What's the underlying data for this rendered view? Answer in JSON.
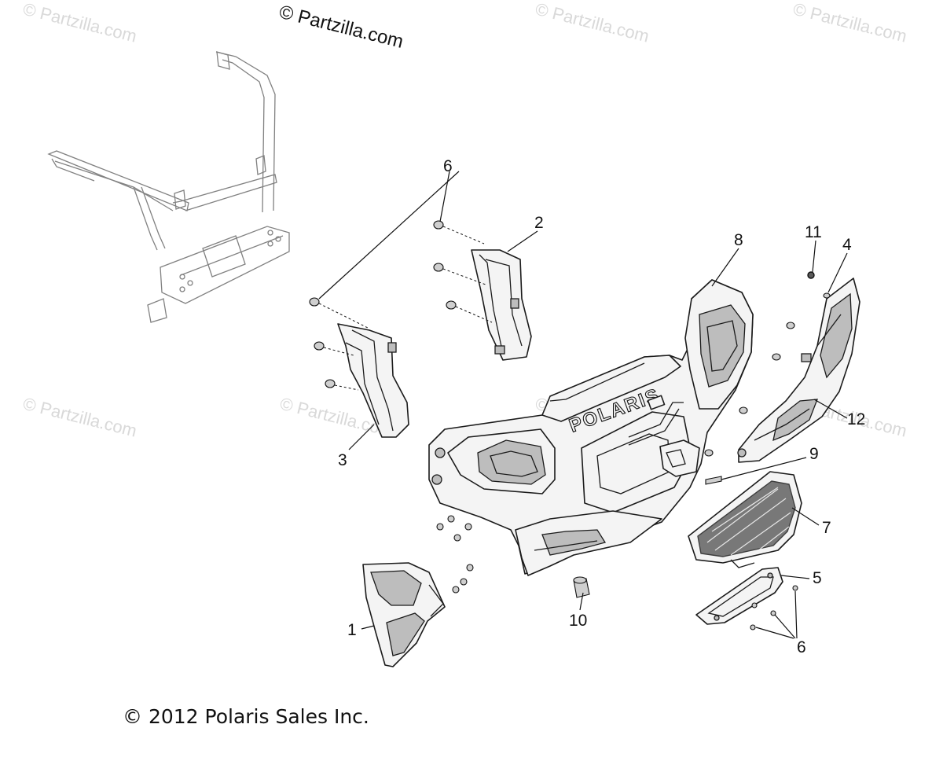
{
  "watermarks": {
    "main": "© Partzilla.com",
    "faded": "© Partzilla.com"
  },
  "callouts": {
    "c1": "1",
    "c2": "2",
    "c3": "3",
    "c4": "4",
    "c5": "5",
    "c6a": "6",
    "c6b": "6",
    "c7": "7",
    "c8": "8",
    "c9": "9",
    "c10": "10",
    "c11": "11",
    "c12": "12"
  },
  "bumper_logo": "POLARIS",
  "copyright": "© 2012 Polaris Sales Inc."
}
